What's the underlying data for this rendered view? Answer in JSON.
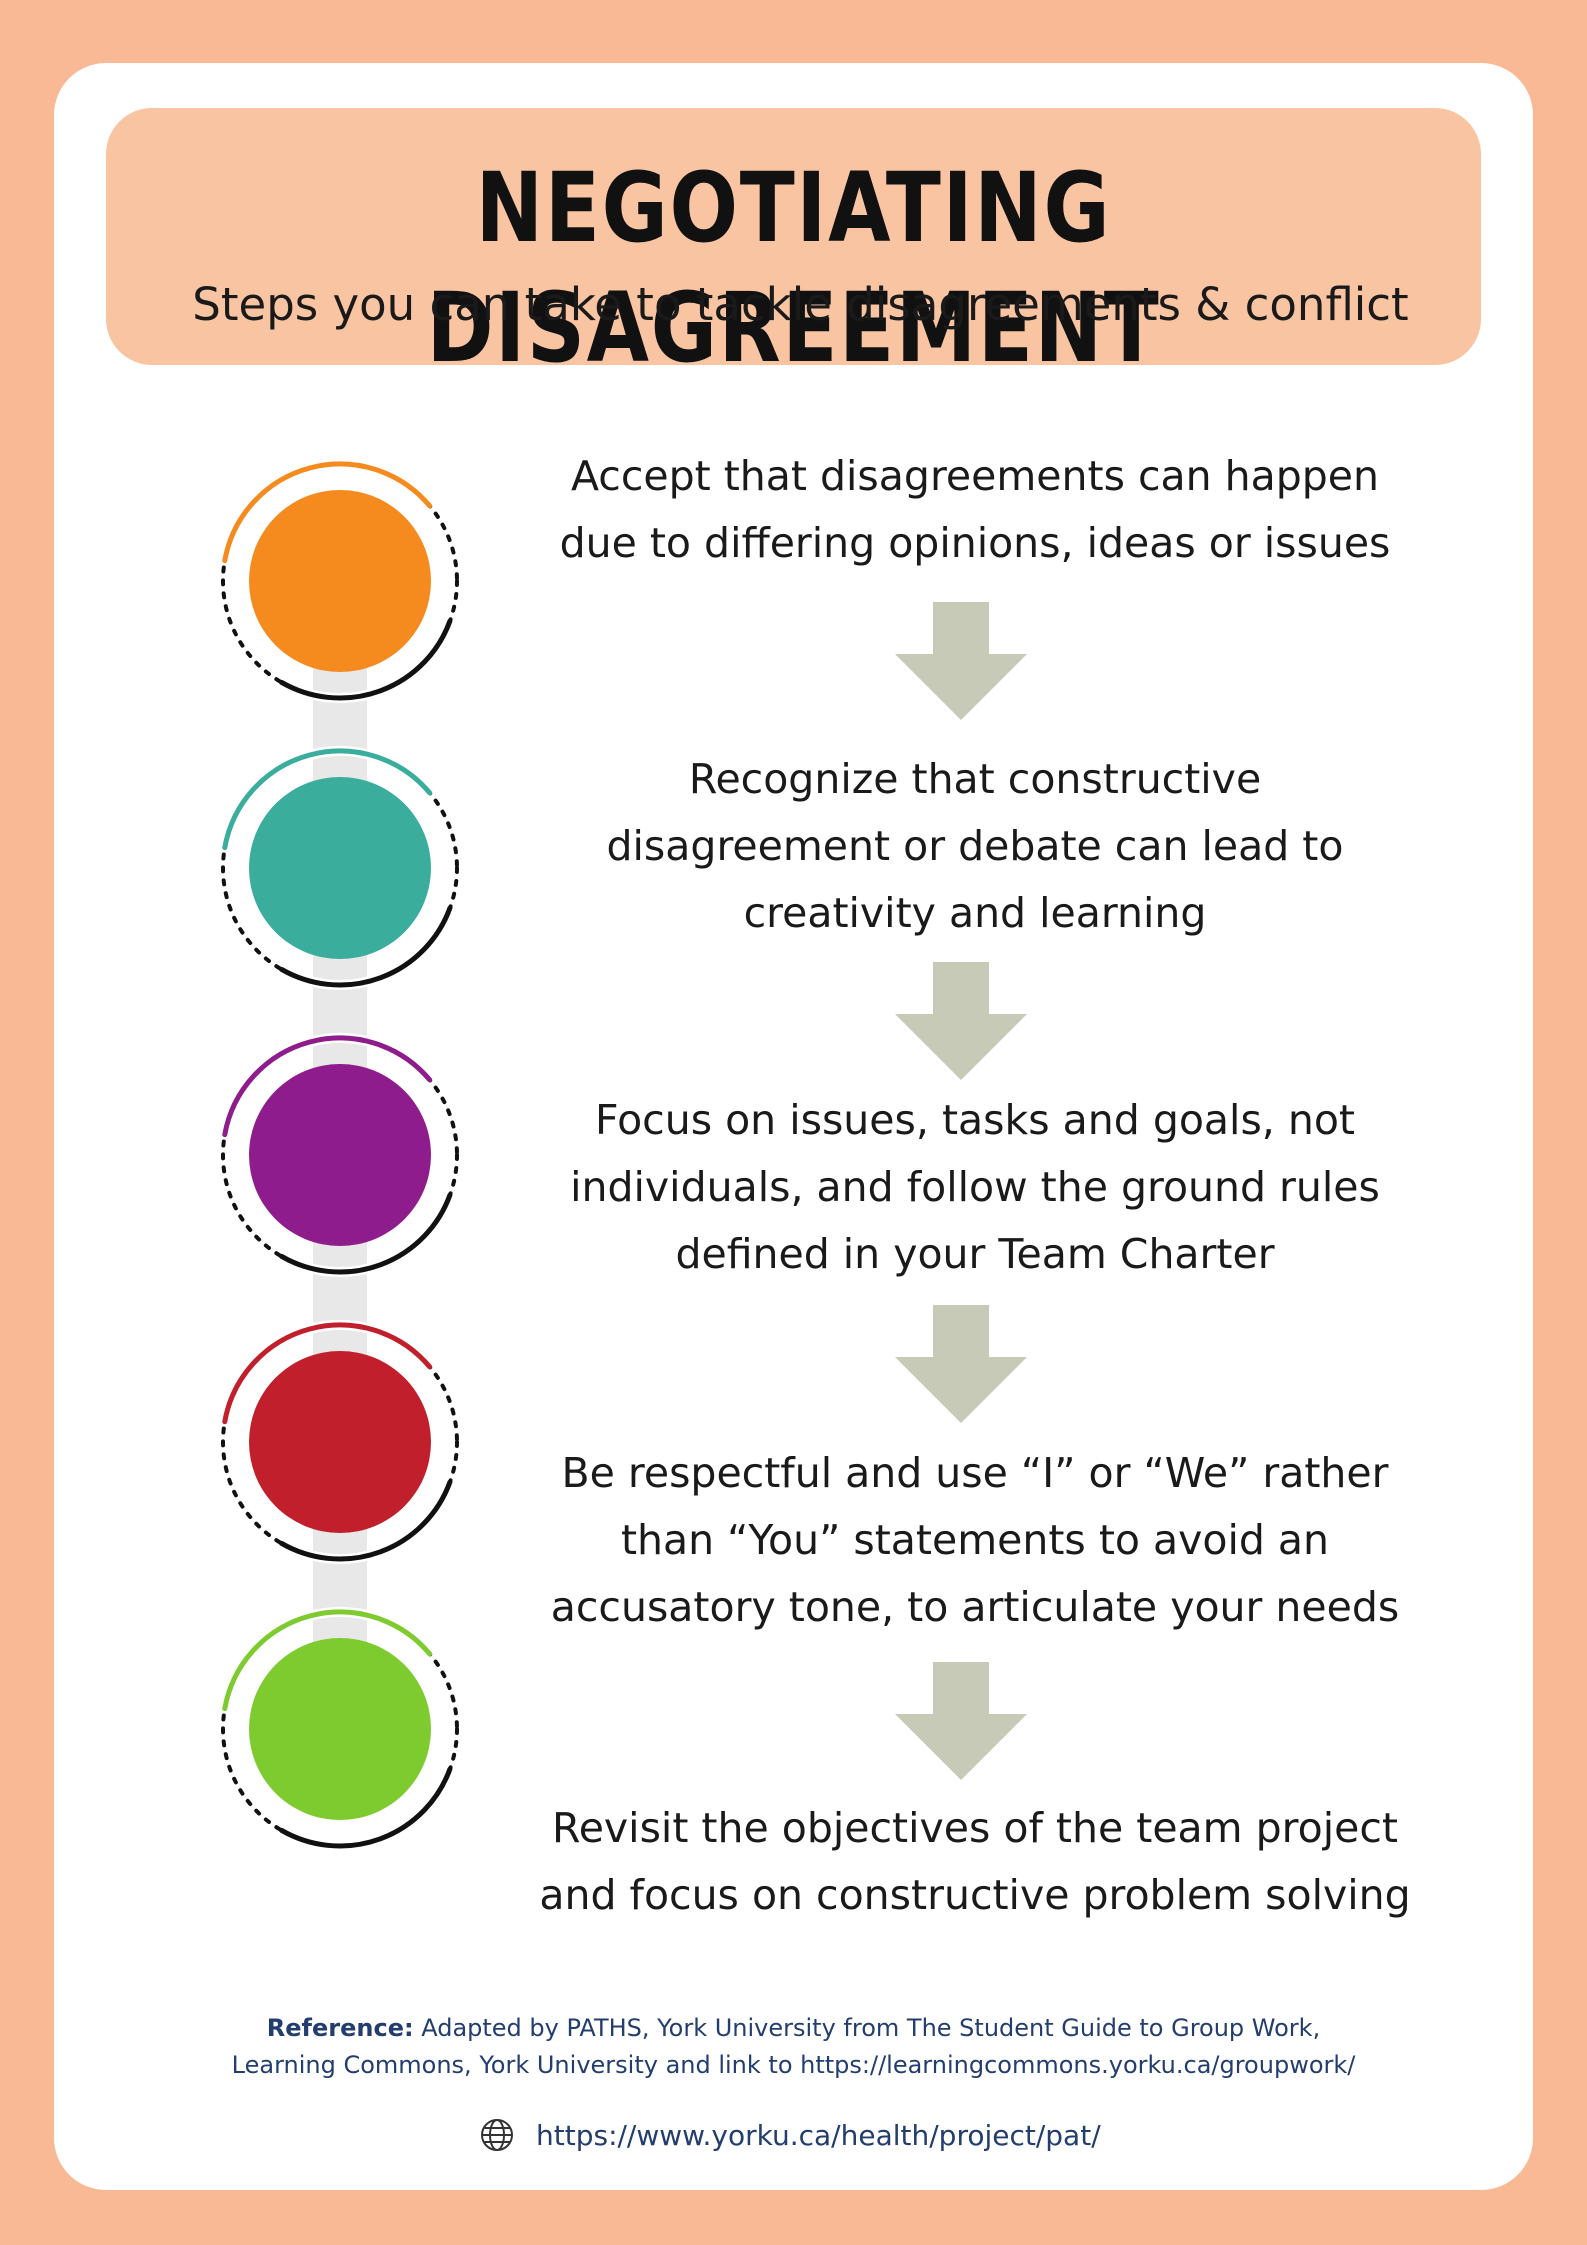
{
  "header": {
    "title": "NEGOTIATING DISAGREEMENT",
    "subtitle": "Steps you can take to tackle disagreements & conflict"
  },
  "steps": [
    {
      "text": "Accept that disagreements can happen\ndue to differing opinions, ideas or issues",
      "color": "#f58a1f"
    },
    {
      "text": "Recognize that constructive\ndisagreement or debate can lead to\ncreativity and learning",
      "color": "#3aad9c"
    },
    {
      "text": "Focus on issues, tasks and goals, not\nindividuals, and follow the ground rules\ndefined in your Team Charter",
      "color": "#8e1c8c"
    },
    {
      "text": "Be respectful and use “I” or “We” rather\nthan “You” statements to avoid an\naccusatory tone, to articulate your needs",
      "color": "#c01f2b"
    },
    {
      "text": "Revisit the objectives of the team project\nand focus on constructive problem solving",
      "color": "#7dcb2f"
    }
  ],
  "arrow_color": "#c6cab6",
  "reference": {
    "label": "Reference:",
    "line1": " Adapted by PATHS, York University from The Student Guide to Group Work,",
    "line2": "Learning Commons, York University and link to https://learningcommons.yorku.ca/groupwork/"
  },
  "footer": {
    "icon": "globe-icon",
    "url": "https://www.yorku.ca/health/project/pat/"
  }
}
